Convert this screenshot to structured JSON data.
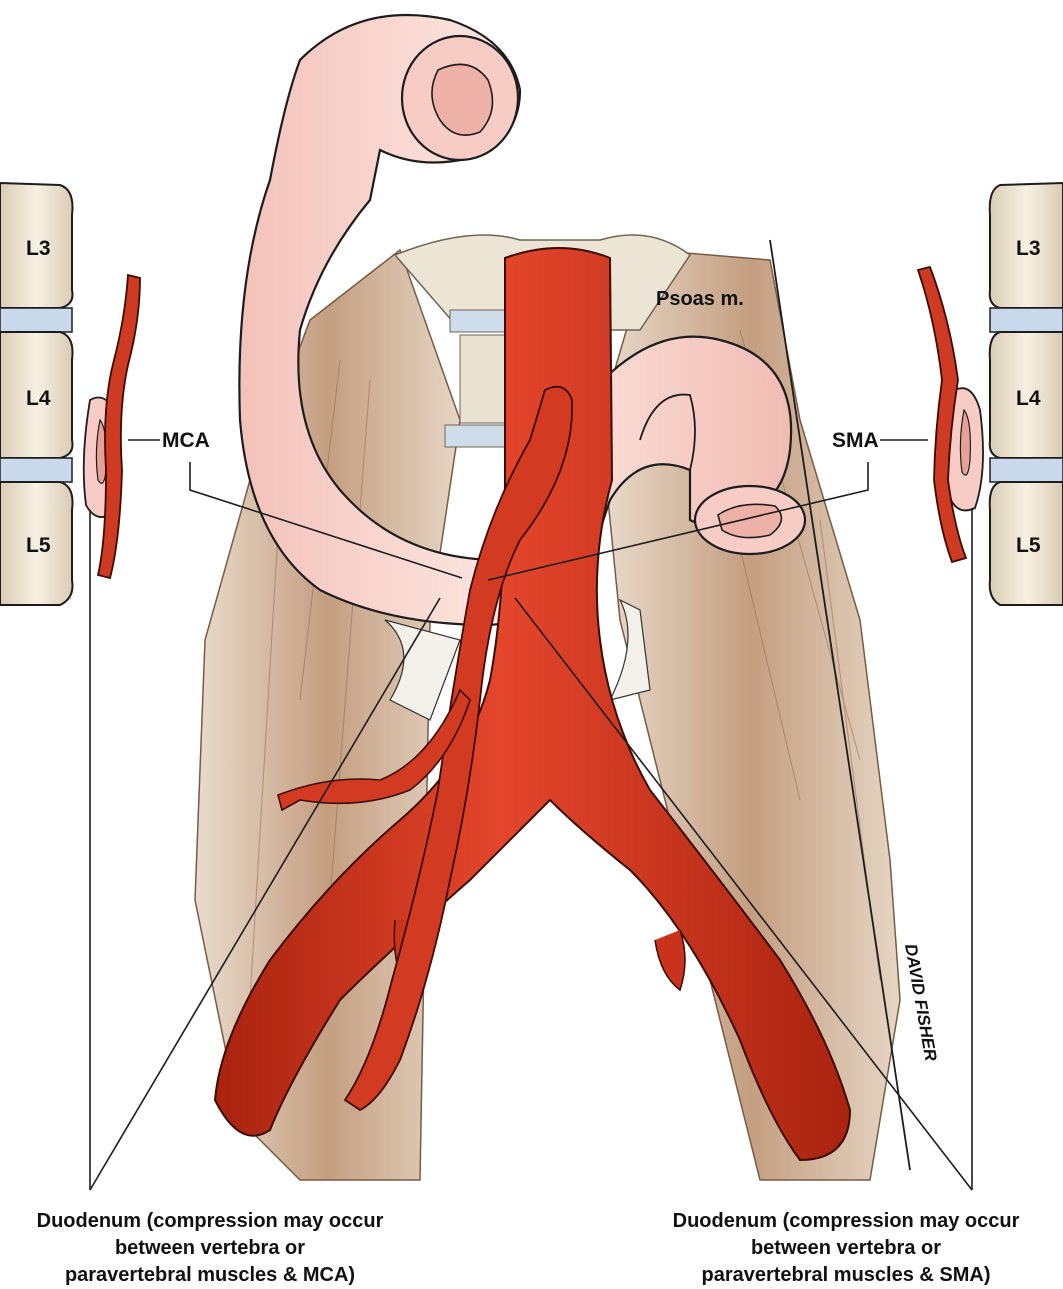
{
  "labels": {
    "vertebra_top": "L3",
    "vertebra_mid": "L4",
    "vertebra_bottom": "L5",
    "left_artery": "MCA",
    "right_artery": "SMA",
    "muscle": "Psoas m.",
    "signature": "DAVID FISHER"
  },
  "captions": {
    "left": {
      "line1": "Duodenum (compression may occur",
      "line2": "between vertebra or",
      "line3": "paravertebral muscles & MCA)"
    },
    "right": {
      "line1": "Duodenum (compression may occur",
      "line2": "between vertebra or",
      "line3": "paravertebral muscles & SMA)"
    }
  },
  "colors": {
    "artery": "#d8341e",
    "artery_dark": "#a42312",
    "duodenum": "#f7d3cd",
    "duodenum_shadow": "#e3a9a0",
    "muscle": "#c9a98e",
    "vertebra": "#f1e9d6",
    "disc": "#c9d8ea"
  }
}
